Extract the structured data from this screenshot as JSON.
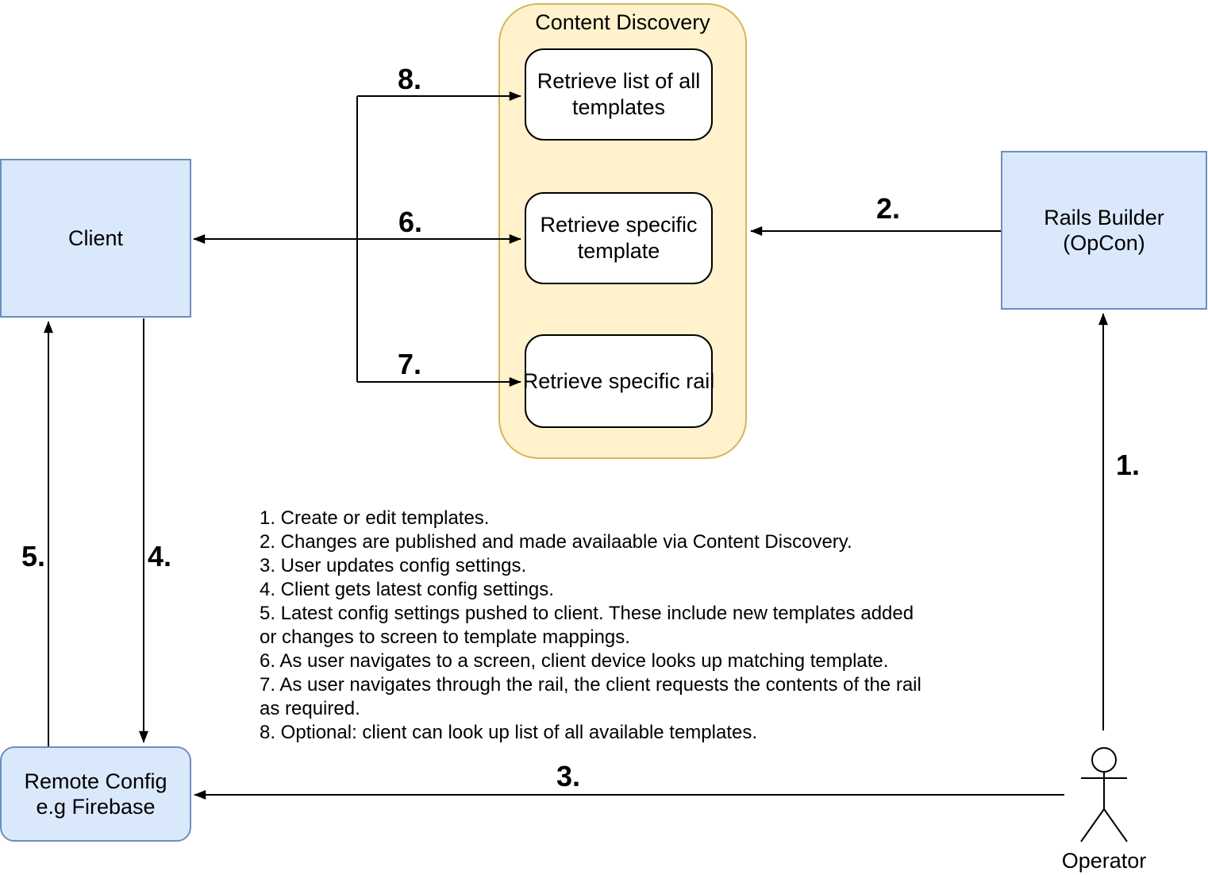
{
  "diagram_type": "architecture-flow-diagram",
  "colors": {
    "container_fill": "#FFF2CC",
    "container_border": "#D6B656",
    "node_fill": "#DAE8FC",
    "node_border": "#6C8EBF",
    "operation_box_fill": "#FFFFFF",
    "line_color": "#000000"
  },
  "content_discovery": {
    "title": "Content Discovery",
    "operations": [
      "Retrieve list of all templates",
      "Retrieve specific template",
      "Retrieve specific rail"
    ]
  },
  "nodes": {
    "client": "Client",
    "rails_builder_line1": "Rails Builder",
    "rails_builder_line2": "(OpCon)",
    "remote_config_line1": "Remote Config",
    "remote_config_line2": "e.g Firebase",
    "operator": "Operator"
  },
  "arrow_labels": {
    "a1": "1.",
    "a2": "2.",
    "a3": "3.",
    "a4": "4.",
    "a5": "5.",
    "a6": "6.",
    "a7": "7.",
    "a8": "8."
  },
  "notes_lines": [
    "1. Create or edit templates.",
    "2. Changes are published and made availaable via Content Discovery.",
    "3. User updates config settings.",
    "4. Client gets latest config settings.",
    "5. Latest config settings pushed to client. These include new templates added",
    "or changes to screen to template mappings.",
    "6. As user navigates to a screen, client device looks up matching template.",
    "7. As user navigates through the rail, the client requests the contents of the rail",
    "as required.",
    "8. Optional: client can look up list of all available templates."
  ]
}
